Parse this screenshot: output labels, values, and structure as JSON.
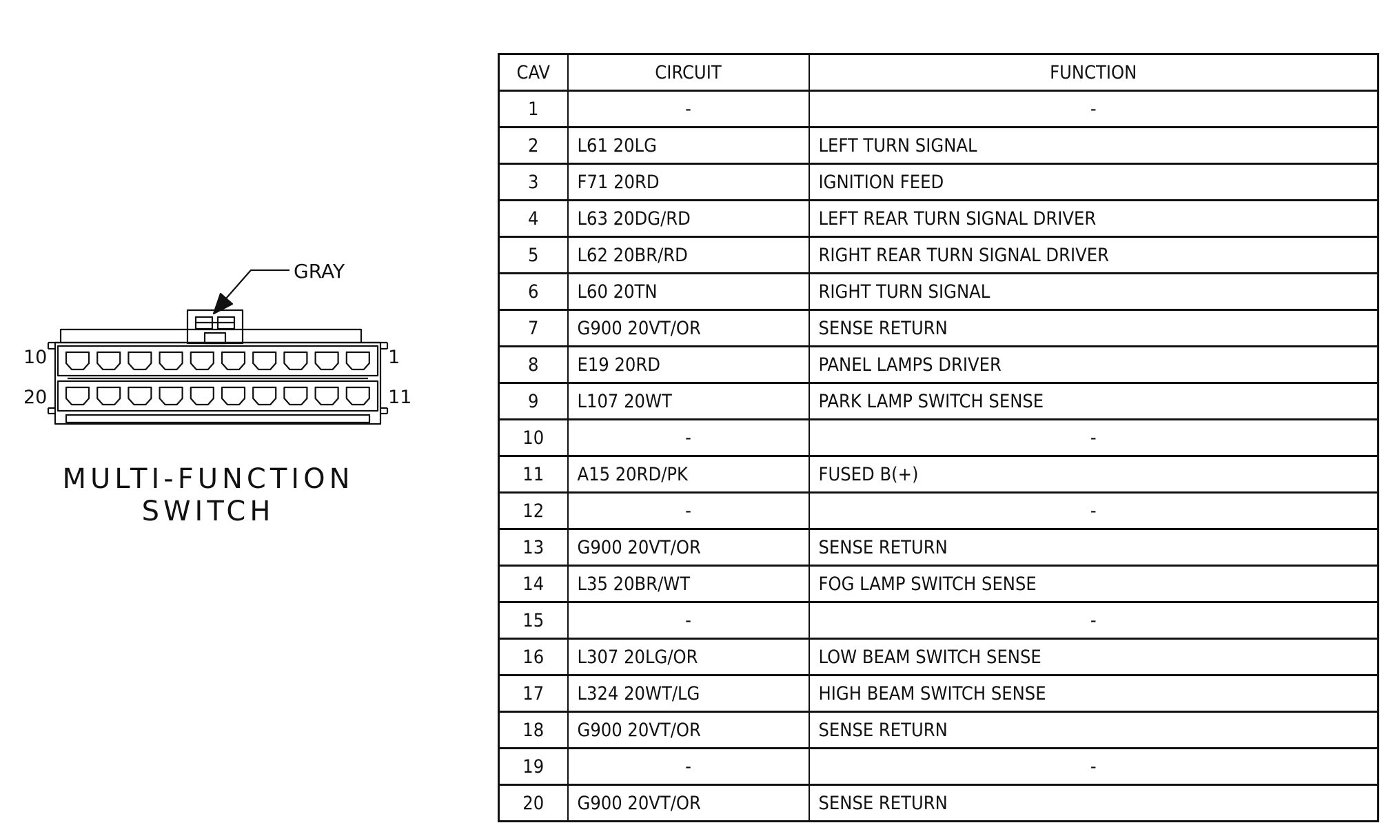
{
  "connector": {
    "color_label": "GRAY",
    "pin_labels": {
      "top_left": "10",
      "top_right": "1",
      "bottom_left": "20",
      "bottom_right": "11"
    },
    "title_line1": "MULTI-FUNCTION",
    "title_line2": "SWITCH",
    "pins_per_row": 10
  },
  "table": {
    "headers": {
      "cav": "CAV",
      "circuit": "CIRCUIT",
      "function": "FUNCTION"
    },
    "rows": [
      {
        "cav": "1",
        "circuit": "-",
        "function": "-"
      },
      {
        "cav": "2",
        "circuit": "L61 20LG",
        "function": "LEFT TURN SIGNAL"
      },
      {
        "cav": "3",
        "circuit": "F71 20RD",
        "function": "IGNITION FEED"
      },
      {
        "cav": "4",
        "circuit": "L63 20DG/RD",
        "function": "LEFT REAR TURN SIGNAL DRIVER"
      },
      {
        "cav": "5",
        "circuit": "L62 20BR/RD",
        "function": "RIGHT REAR TURN SIGNAL DRIVER"
      },
      {
        "cav": "6",
        "circuit": "L60 20TN",
        "function": "RIGHT TURN SIGNAL"
      },
      {
        "cav": "7",
        "circuit": "G900 20VT/OR",
        "function": "SENSE RETURN"
      },
      {
        "cav": "8",
        "circuit": "E19 20RD",
        "function": "PANEL LAMPS DRIVER"
      },
      {
        "cav": "9",
        "circuit": "L107 20WT",
        "function": "PARK LAMP SWITCH SENSE"
      },
      {
        "cav": "10",
        "circuit": "-",
        "function": "-"
      },
      {
        "cav": "11",
        "circuit": "A15 20RD/PK",
        "function": "FUSED B(+)"
      },
      {
        "cav": "12",
        "circuit": "-",
        "function": "-"
      },
      {
        "cav": "13",
        "circuit": "G900 20VT/OR",
        "function": "SENSE RETURN"
      },
      {
        "cav": "14",
        "circuit": "L35 20BR/WT",
        "function": "FOG LAMP SWITCH SENSE"
      },
      {
        "cav": "15",
        "circuit": "-",
        "function": "-"
      },
      {
        "cav": "16",
        "circuit": "L307 20LG/OR",
        "function": "LOW BEAM SWITCH SENSE"
      },
      {
        "cav": "17",
        "circuit": "L324 20WT/LG",
        "function": "HIGH BEAM SWITCH SENSE"
      },
      {
        "cav": "18",
        "circuit": "G900 20VT/OR",
        "function": "SENSE RETURN"
      },
      {
        "cav": "19",
        "circuit": "-",
        "function": "-"
      },
      {
        "cav": "20",
        "circuit": "G900 20VT/OR",
        "function": "SENSE RETURN"
      }
    ]
  }
}
